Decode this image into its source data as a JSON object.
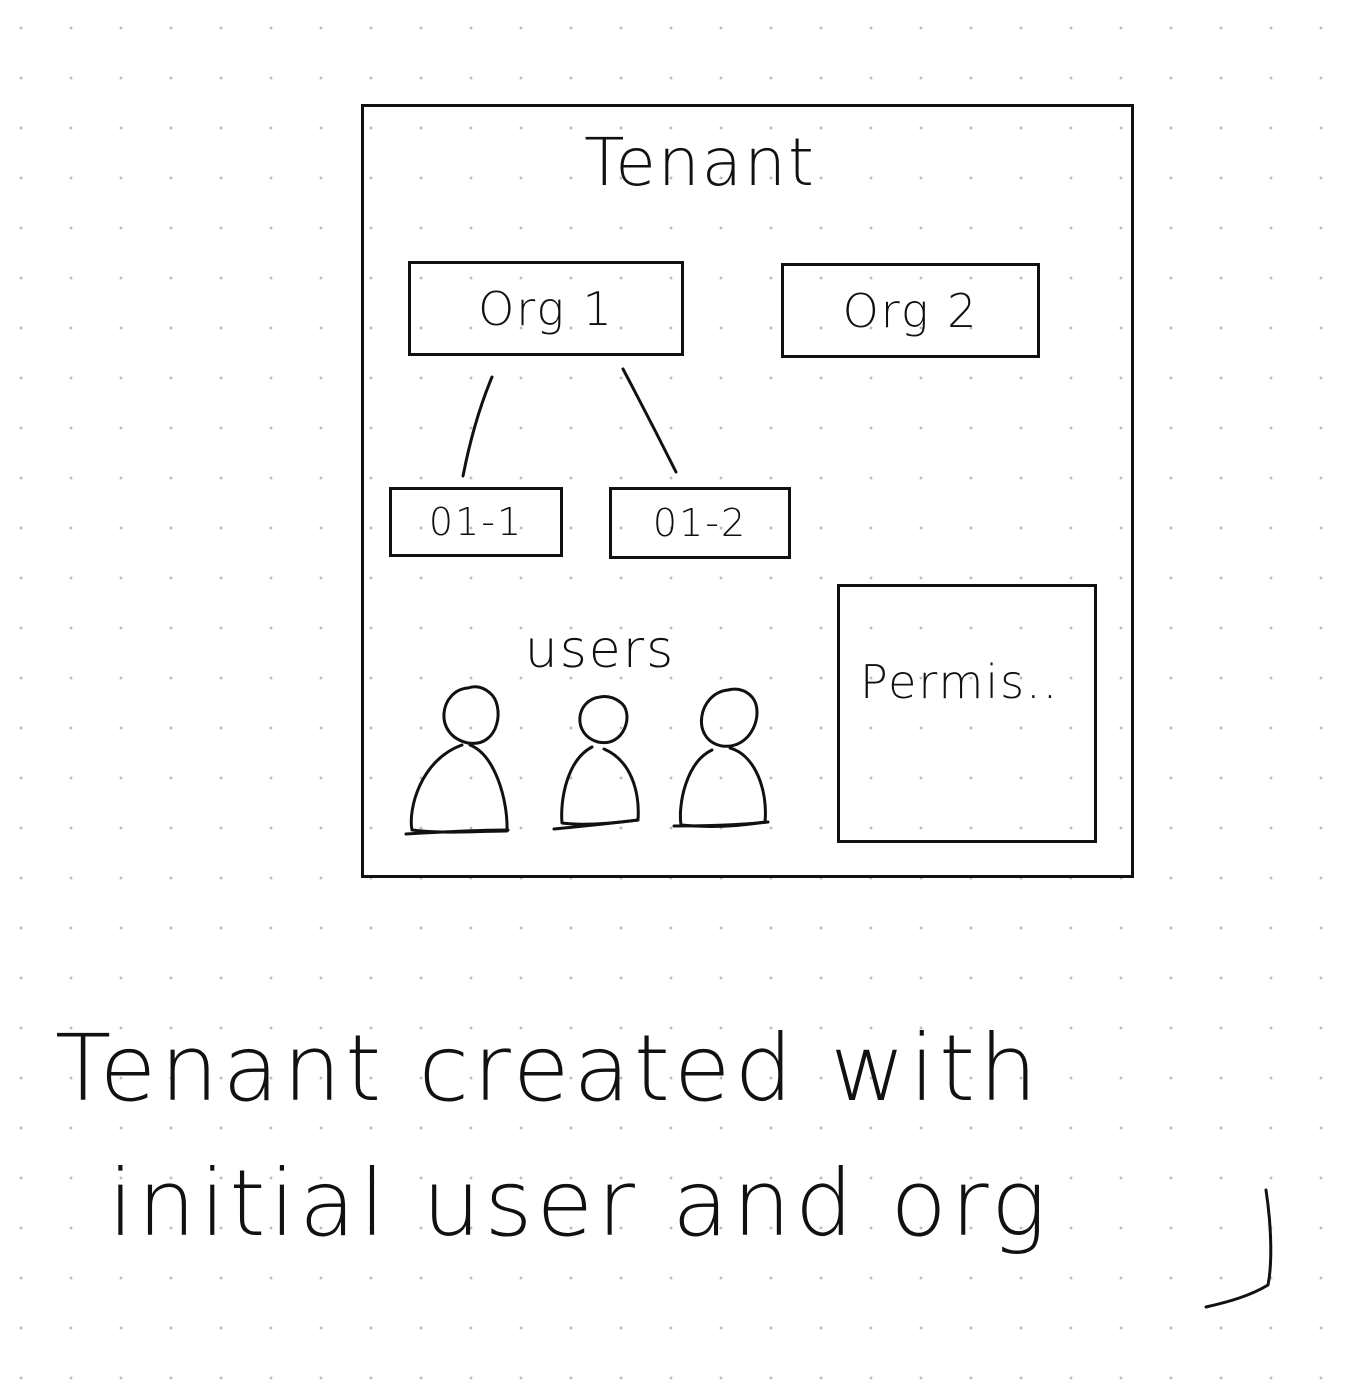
{
  "tenant": {
    "title": "Tenant"
  },
  "orgs": [
    {
      "label": "Org 1"
    },
    {
      "label": "Org 2"
    }
  ],
  "sub_orgs": [
    {
      "label": "01-1"
    },
    {
      "label": "01-2"
    }
  ],
  "users": {
    "label": "users",
    "count": 3
  },
  "permissions": {
    "label": "Permis.."
  },
  "caption": {
    "line1": "Tenant created with",
    "line2": "initial user and org"
  }
}
